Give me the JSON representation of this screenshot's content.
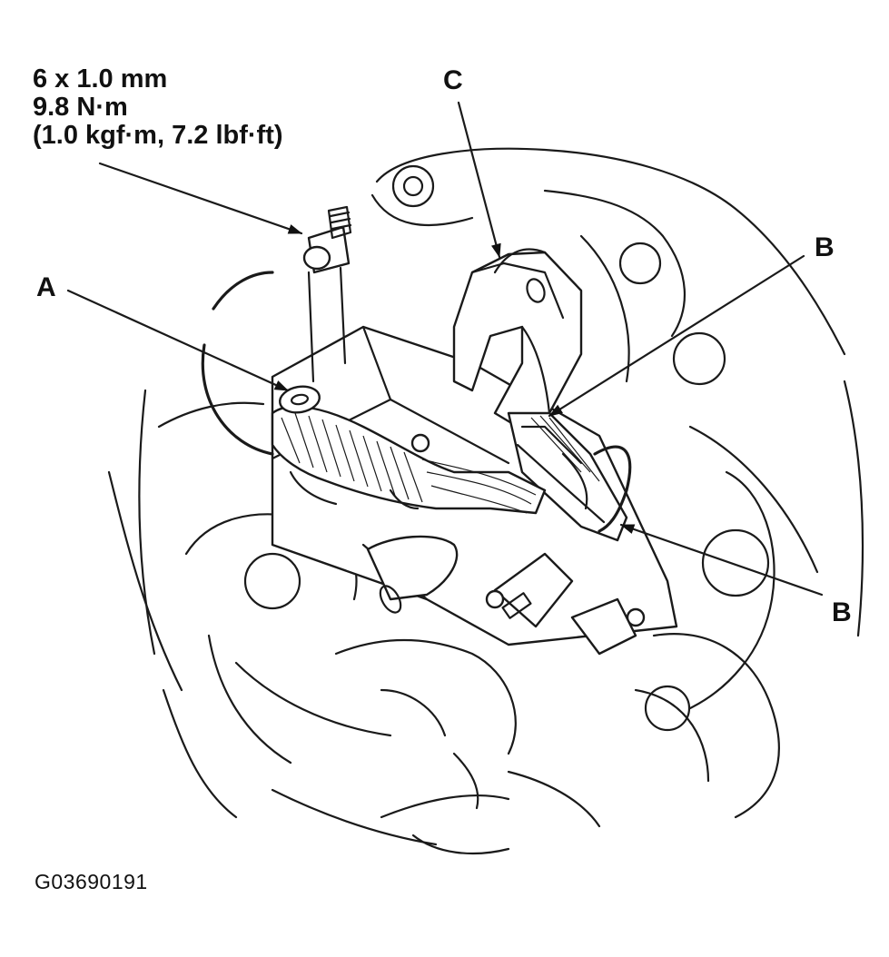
{
  "spec": {
    "line1": "6 x 1.0 mm",
    "line2": "9.8 N·m",
    "line3": "(1.0 kgf·m, 7.2 lbf·ft)"
  },
  "callouts": {
    "a": "A",
    "b_upper": "B",
    "b_lower": "B",
    "c": "C"
  },
  "figure_id": "G03690191"
}
